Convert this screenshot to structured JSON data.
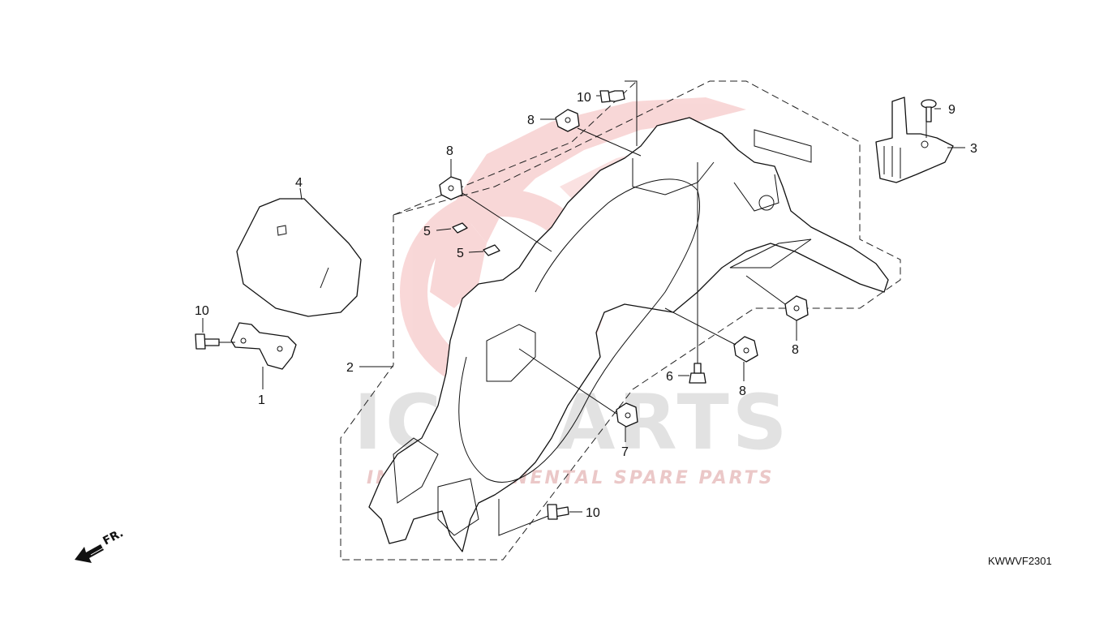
{
  "diagram": {
    "reference_code": "KWWVF2301",
    "direction_label": "FR.",
    "watermark": {
      "brand": "ICSPARTS",
      "tagline": "INTERCONTINENTAL SPARE PARTS",
      "brand_color": "#d9d9d9",
      "accent_color": "#f4b8b8"
    },
    "callouts": {
      "c1": "1",
      "c2": "2",
      "c3": "3",
      "c4": "4",
      "c5a": "5",
      "c5b": "5",
      "c6": "6",
      "c7": "7",
      "c8a": "8",
      "c8b": "8",
      "c8c": "8",
      "c8d": "8",
      "c9": "9",
      "c10a": "10",
      "c10b": "10",
      "c10c": "10"
    }
  }
}
